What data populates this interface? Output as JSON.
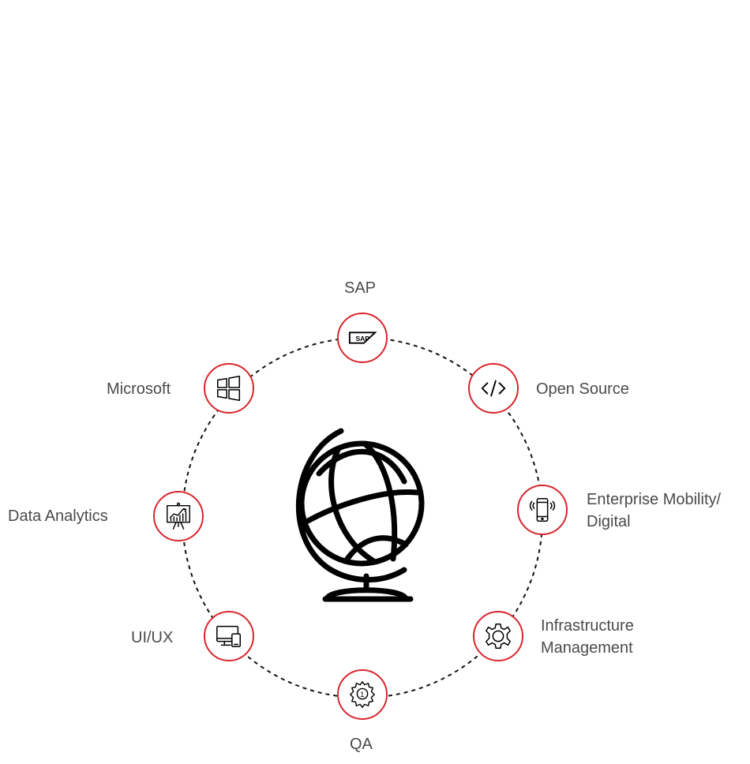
{
  "nodes": {
    "sap": {
      "label": "SAP",
      "icon": "sap-logo-icon"
    },
    "open_source": {
      "label": "Open Source",
      "icon": "code-brackets-icon"
    },
    "enterprise_mobility": {
      "line1": "Enterprise Mobility/",
      "line2": "Digital",
      "icon": "smartphone-icon"
    },
    "infrastructure": {
      "line1": "Infrastructure",
      "line2": "Management",
      "icon": "gear-icon"
    },
    "qa": {
      "label": "QA",
      "icon": "award-badge-icon"
    },
    "ui_ux": {
      "label": "UI/UX",
      "icon": "devices-icon"
    },
    "data_analytics": {
      "label": "Data Analytics",
      "icon": "presentation-chart-icon"
    },
    "microsoft": {
      "label": "Microsoft",
      "icon": "windows-logo-icon"
    }
  },
  "center": {
    "icon": "globe-icon"
  },
  "colors": {
    "accent": "#d9262c",
    "text": "#4a4a4a",
    "icon": "#000000"
  }
}
